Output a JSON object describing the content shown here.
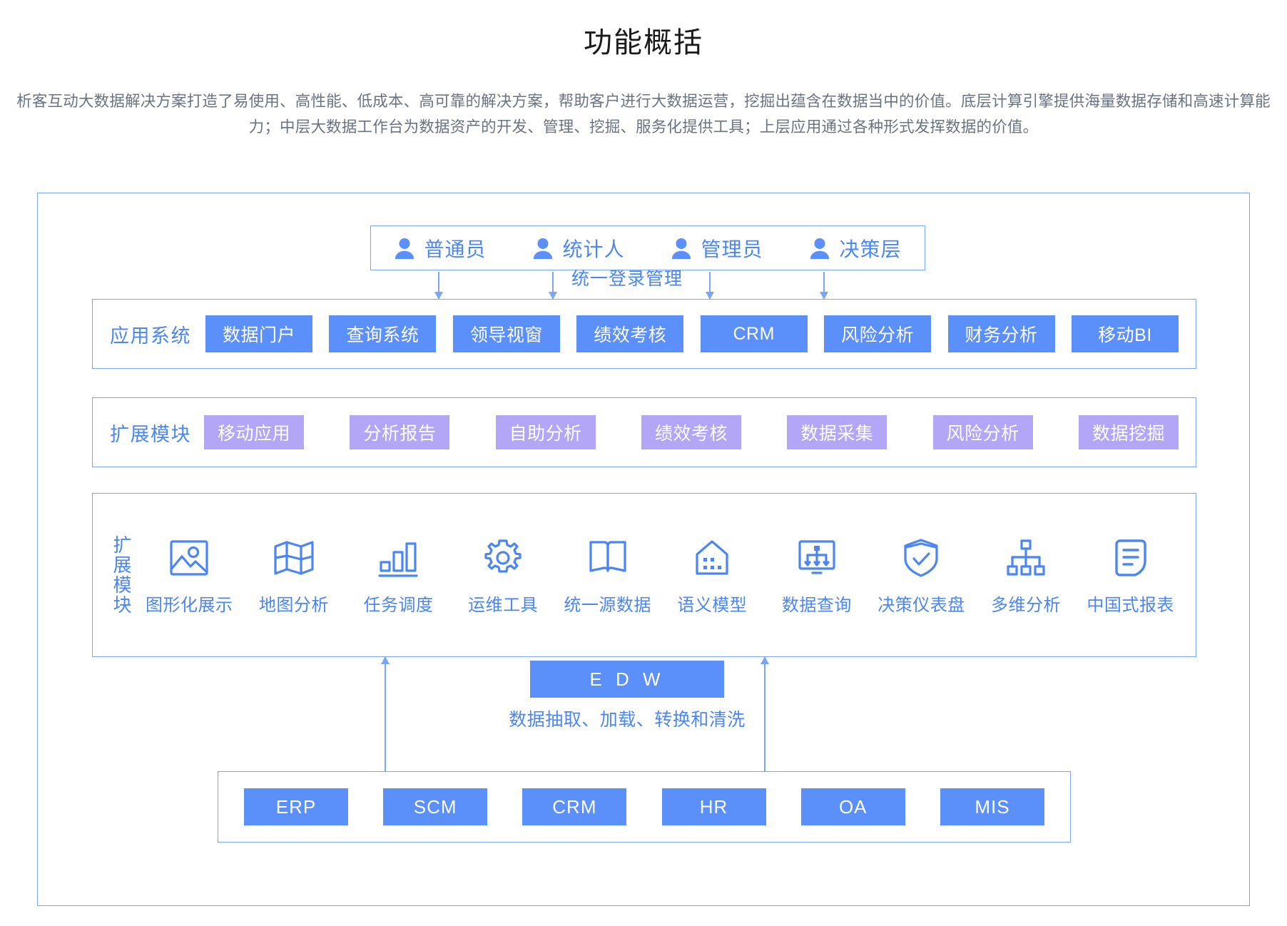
{
  "page": {
    "title": "功能概括",
    "intro": "析客互动大数据解决方案打造了易使用、高性能、低成本、高可靠的解决方案，帮助客户进行大数据运营，挖掘出蕴含在数据当中的价值。底层计算引擎提供海量数据存储和高速计算能力；中层大数据工作台为数据资产的开发、管理、挖掘、服务化提供工具；上层应用通过各种形式发挥数据的价值。"
  },
  "colors": {
    "accent_blue": "#4b86f2",
    "chip_blue": "#5b8ff9",
    "chip_purple": "#b3a6f7",
    "border_blue": "#7aa7f5",
    "text_gray": "#6b7280",
    "title_black": "#1a1a1a"
  },
  "roles": {
    "items": [
      {
        "label": "普通员",
        "icon": "person-icon"
      },
      {
        "label": "统计人",
        "icon": "person-icon"
      },
      {
        "label": "管理员",
        "icon": "person-icon"
      },
      {
        "label": "决策层",
        "icon": "person-icon"
      }
    ],
    "flow_label": "统一登录管理"
  },
  "app_layer": {
    "title": "应用系统",
    "items": [
      {
        "label": "数据门户"
      },
      {
        "label": "查询系统"
      },
      {
        "label": "领导视窗"
      },
      {
        "label": "绩效考核"
      },
      {
        "label": "CRM"
      },
      {
        "label": "风险分析"
      },
      {
        "label": "财务分析"
      },
      {
        "label": "移动BI"
      }
    ]
  },
  "extension_layer": {
    "title": "扩展模块",
    "items": [
      {
        "label": "移动应用"
      },
      {
        "label": "分析报告"
      },
      {
        "label": "自助分析"
      },
      {
        "label": "绩效考核"
      },
      {
        "label": "数据采集"
      },
      {
        "label": "风险分析"
      },
      {
        "label": "数据挖掘"
      }
    ]
  },
  "tools_layer": {
    "title": "扩展模块",
    "items": [
      {
        "label": "图形化展示",
        "icon": "image-picture-icon"
      },
      {
        "label": "地图分析",
        "icon": "folded-map-icon"
      },
      {
        "label": "任务调度",
        "icon": "bar-chart-icon"
      },
      {
        "label": "运维工具",
        "icon": "gear-icon"
      },
      {
        "label": "统一源数据",
        "icon": "open-book-icon"
      },
      {
        "label": "语义模型",
        "icon": "house-icon"
      },
      {
        "label": "数据查询",
        "icon": "monitor-flow-icon"
      },
      {
        "label": "决策仪表盘",
        "icon": "shield-check-icon"
      },
      {
        "label": "多维分析",
        "icon": "hierarchy-icon"
      },
      {
        "label": "中国式报表",
        "icon": "document-lines-icon"
      }
    ]
  },
  "edw": {
    "label": "E D W",
    "caption": "数据抽取、加载、转换和清洗"
  },
  "source_systems": {
    "items": [
      {
        "label": "ERP"
      },
      {
        "label": "SCM"
      },
      {
        "label": "CRM"
      },
      {
        "label": "HR"
      },
      {
        "label": "OA"
      },
      {
        "label": "MIS"
      }
    ]
  }
}
